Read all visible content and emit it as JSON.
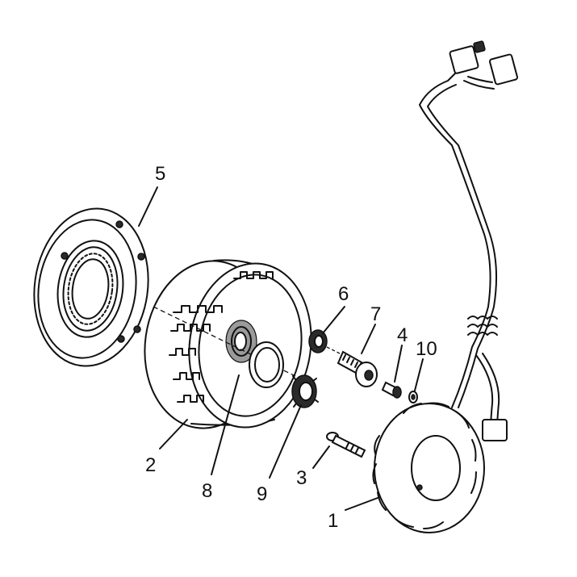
{
  "callouts": [
    {
      "label": "1",
      "part": "stator"
    },
    {
      "label": "2",
      "part": "flywheel"
    },
    {
      "label": "3",
      "part": "stator-bolt"
    },
    {
      "label": "4",
      "part": "pickup-bolt"
    },
    {
      "label": "5",
      "part": "starter-clutch"
    },
    {
      "label": "6",
      "part": "washer"
    },
    {
      "label": "7",
      "part": "flywheel-bolt"
    },
    {
      "label": "8",
      "part": "o-ring"
    },
    {
      "label": "9",
      "part": "gear-nut"
    },
    {
      "label": "10",
      "part": "small-washer"
    }
  ]
}
